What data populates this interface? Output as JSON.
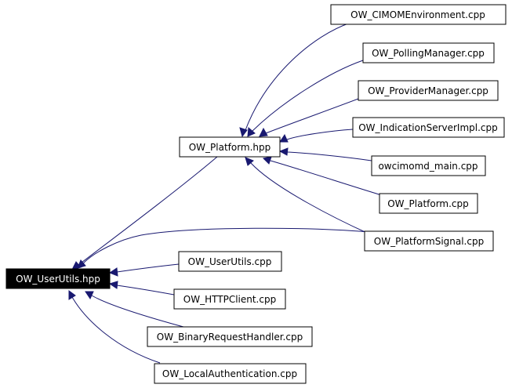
{
  "diagram": {
    "nodes": {
      "userutils_hpp": "OW_UserUtils.hpp",
      "platform_hpp": "OW_Platform.hpp",
      "cimom_env": "OW_CIMOMEnvironment.cpp",
      "polling_mgr": "OW_PollingManager.cpp",
      "provider_mgr": "OW_ProviderManager.cpp",
      "indication_srv": "OW_IndicationServerImpl.cpp",
      "owcimomd_main": "owcimomd_main.cpp",
      "platform_cpp": "OW_Platform.cpp",
      "platform_signal": "OW_PlatformSignal.cpp",
      "userutils_cpp": "OW_UserUtils.cpp",
      "httpclient": "OW_HTTPClient.cpp",
      "binary_handler": "OW_BinaryRequestHandler.cpp",
      "local_auth": "OW_LocalAuthentication.cpp"
    },
    "edges": [
      {
        "from": "cimom_env",
        "to": "platform_hpp"
      },
      {
        "from": "polling_mgr",
        "to": "platform_hpp"
      },
      {
        "from": "provider_mgr",
        "to": "platform_hpp"
      },
      {
        "from": "indication_srv",
        "to": "platform_hpp"
      },
      {
        "from": "owcimomd_main",
        "to": "platform_hpp"
      },
      {
        "from": "platform_cpp",
        "to": "platform_hpp"
      },
      {
        "from": "platform_signal",
        "to": "platform_hpp"
      },
      {
        "from": "platform_hpp",
        "to": "userutils_hpp"
      },
      {
        "from": "platform_signal",
        "to": "userutils_hpp"
      },
      {
        "from": "userutils_cpp",
        "to": "userutils_hpp"
      },
      {
        "from": "httpclient",
        "to": "userutils_hpp"
      },
      {
        "from": "binary_handler",
        "to": "userutils_hpp"
      },
      {
        "from": "local_auth",
        "to": "userutils_hpp"
      }
    ],
    "colors": {
      "edge": "#191970",
      "root_fill": "#000000",
      "root_text": "#ffffff",
      "node_fill": "#ffffff",
      "node_border": "#000000"
    }
  }
}
